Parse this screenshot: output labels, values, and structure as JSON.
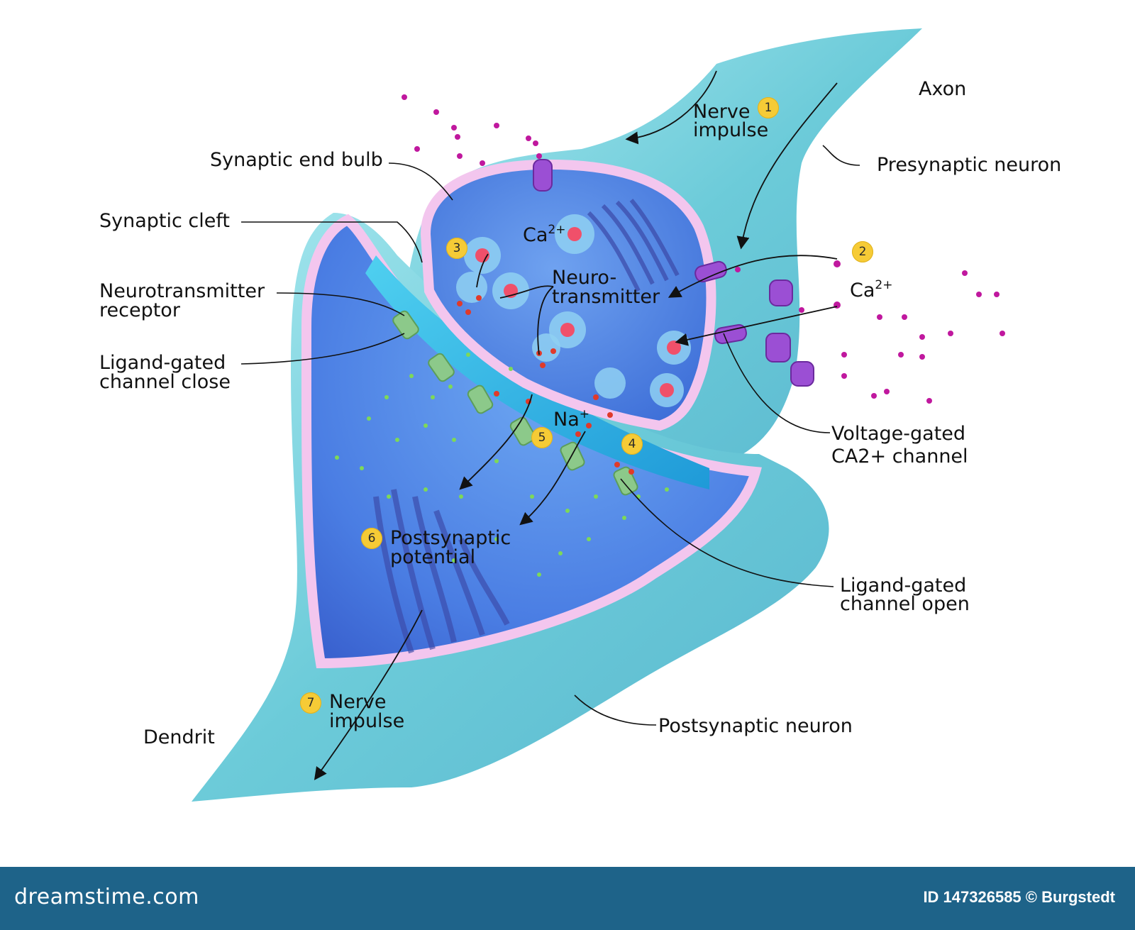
{
  "labels": {
    "axon": "Axon",
    "nerve_impulse_top_1": "Nerve",
    "nerve_impulse_top_2": "impulse",
    "synaptic_end_bulb": "Synaptic end bulb",
    "presynaptic_neuron": "Presynaptic neuron",
    "synaptic_cleft": "Synaptic cleft",
    "ca_inside": "Ca",
    "ca_outside": "Ca",
    "ca_charge": "2+",
    "nt_receptor_1": "Neurotransmitter",
    "nt_receptor_2": "receptor",
    "neurotransmitter_1": "Neuro-",
    "neurotransmitter_2": "transmitter",
    "ligand_close_1": "Ligand-gated",
    "ligand_close_2": "channel close",
    "na": "Na",
    "na_charge": "+",
    "voltage_gated_1": "Voltage-gated",
    "voltage_gated_2": "CA2+ channel",
    "postsynaptic_potential_1": "Postsynaptic",
    "postsynaptic_potential_2": "potential",
    "ligand_open_1": "Ligand-gated",
    "ligand_open_2": "channel open",
    "nerve_impulse_bottom_1": "Nerve",
    "nerve_impulse_bottom_2": "impulse",
    "dendrit": "Dendrit",
    "postsynaptic_neuron": "Postsynaptic neuron"
  },
  "steps": [
    "1",
    "2",
    "3",
    "4",
    "5",
    "6",
    "7"
  ],
  "footer": {
    "logo": "dreamstime.com",
    "credit": "ID 147326585 © Burgstedt"
  },
  "colors": {
    "neuron_surface": "#7fd3e0",
    "cell_interior": "#4f7fe0",
    "membrane": "#f3c6ee",
    "calcium": "#c0189e",
    "sodium": "#e03a2a",
    "neurotransmitter": "#7ed957",
    "step_badge": "#f6cb36",
    "footer": "#1e6389"
  }
}
